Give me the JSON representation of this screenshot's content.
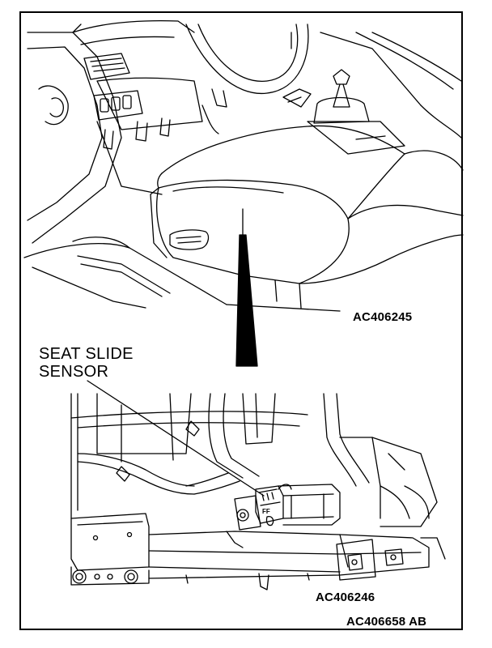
{
  "figure": {
    "upper_view": {
      "code": "AC406245"
    },
    "lower_view": {
      "code": "AC406246"
    },
    "callout": {
      "line1": "SEAT SLIDE",
      "line2": "SENSOR"
    },
    "sensor_marks": {
      "text": "FF"
    },
    "figure_code": "AC406658 AB"
  }
}
